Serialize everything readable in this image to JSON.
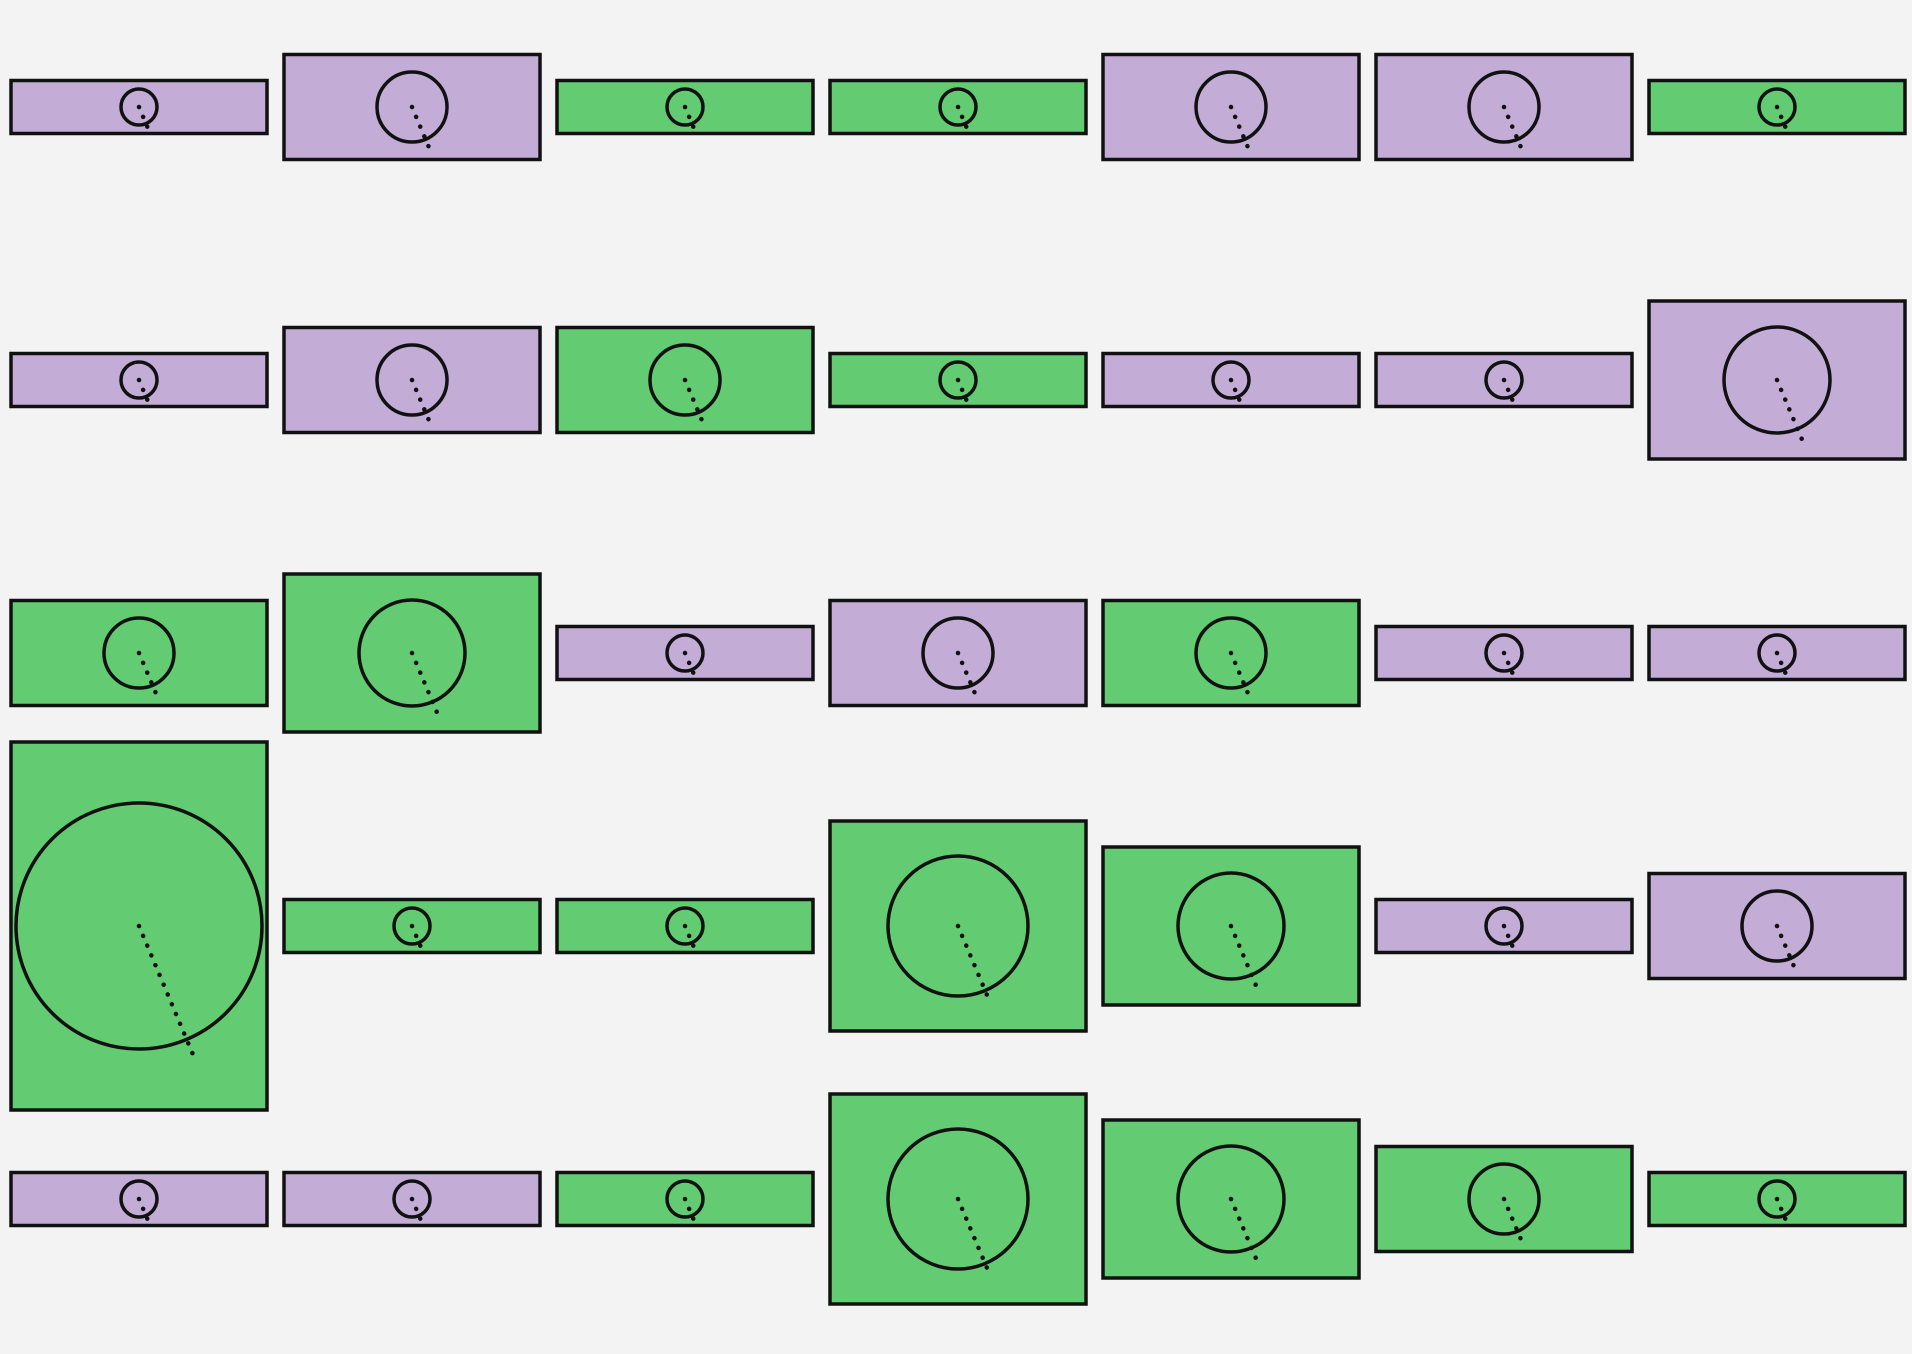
{
  "colors": {
    "background": "#f3f3f3",
    "purple": "#c3acd6",
    "green": "#63cb72",
    "stroke": "#111111"
  },
  "grid": {
    "columns": 7,
    "rows": 5
  },
  "cells": [
    {
      "row": 0,
      "col": 0,
      "fill": "purple",
      "size": 1
    },
    {
      "row": 0,
      "col": 1,
      "fill": "purple",
      "size": 4
    },
    {
      "row": 0,
      "col": 2,
      "fill": "green",
      "size": 1
    },
    {
      "row": 0,
      "col": 3,
      "fill": "green",
      "size": 1
    },
    {
      "row": 0,
      "col": 4,
      "fill": "purple",
      "size": 4
    },
    {
      "row": 0,
      "col": 5,
      "fill": "purple",
      "size": 4
    },
    {
      "row": 0,
      "col": 6,
      "fill": "green",
      "size": 1
    },
    {
      "row": 1,
      "col": 0,
      "fill": "purple",
      "size": 1
    },
    {
      "row": 1,
      "col": 1,
      "fill": "purple",
      "size": 4
    },
    {
      "row": 1,
      "col": 2,
      "fill": "green",
      "size": 4
    },
    {
      "row": 1,
      "col": 3,
      "fill": "green",
      "size": 1
    },
    {
      "row": 1,
      "col": 4,
      "fill": "purple",
      "size": 1
    },
    {
      "row": 1,
      "col": 5,
      "fill": "purple",
      "size": 1
    },
    {
      "row": 1,
      "col": 6,
      "fill": "purple",
      "size": 6
    },
    {
      "row": 2,
      "col": 0,
      "fill": "green",
      "size": 4
    },
    {
      "row": 2,
      "col": 1,
      "fill": "green",
      "size": 6
    },
    {
      "row": 2,
      "col": 2,
      "fill": "purple",
      "size": 1
    },
    {
      "row": 2,
      "col": 3,
      "fill": "purple",
      "size": 4
    },
    {
      "row": 2,
      "col": 4,
      "fill": "green",
      "size": 4
    },
    {
      "row": 2,
      "col": 5,
      "fill": "purple",
      "size": 1
    },
    {
      "row": 2,
      "col": 6,
      "fill": "purple",
      "size": 1
    },
    {
      "row": 3,
      "col": 0,
      "fill": "green",
      "size": 14
    },
    {
      "row": 3,
      "col": 1,
      "fill": "green",
      "size": 1
    },
    {
      "row": 3,
      "col": 2,
      "fill": "green",
      "size": 1
    },
    {
      "row": 3,
      "col": 3,
      "fill": "green",
      "size": 8
    },
    {
      "row": 3,
      "col": 4,
      "fill": "green",
      "size": 6
    },
    {
      "row": 3,
      "col": 5,
      "fill": "purple",
      "size": 1
    },
    {
      "row": 3,
      "col": 6,
      "fill": "purple",
      "size": 4
    },
    {
      "row": 4,
      "col": 0,
      "fill": "purple",
      "size": 1
    },
    {
      "row": 4,
      "col": 1,
      "fill": "purple",
      "size": 1
    },
    {
      "row": 4,
      "col": 2,
      "fill": "green",
      "size": 1
    },
    {
      "row": 4,
      "col": 3,
      "fill": "green",
      "size": 8
    },
    {
      "row": 4,
      "col": 4,
      "fill": "green",
      "size": 6
    },
    {
      "row": 4,
      "col": 5,
      "fill": "green",
      "size": 4
    },
    {
      "row": 4,
      "col": 6,
      "fill": "green",
      "size": 1
    }
  ]
}
